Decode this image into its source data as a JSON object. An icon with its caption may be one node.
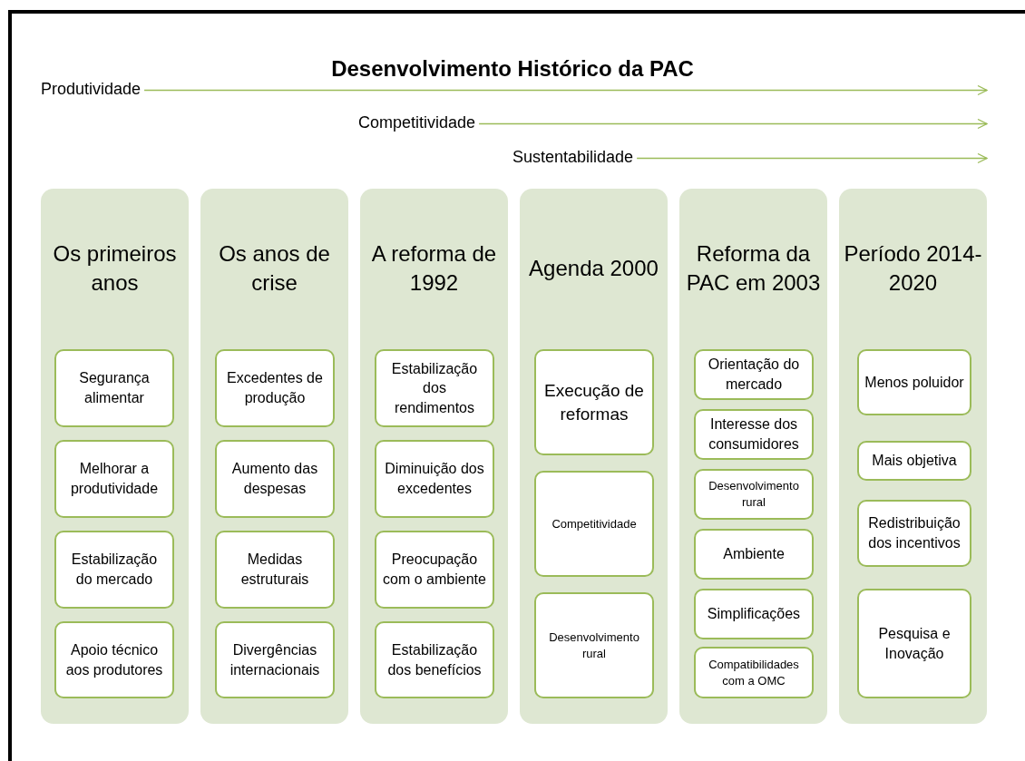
{
  "diagram": {
    "title": "Desenvolvimento Histórico da PAC",
    "nodes": [
      {
        "text": [
          "Produtividade"
        ]
      },
      {
        "text": [
          "Competitividade"
        ]
      },
      {
        "text": [
          "Sustentabilidade"
        ]
      },
      {
        "text": [
          "Os primeiros anos"
        ]
      },
      {
        "text": [
          "Segurança alimentar"
        ],
        "in": 3
      },
      {
        "text": [
          "Melhorar a produtividade"
        ],
        "in": 3
      },
      {
        "text": [
          "Estabilização do mercado"
        ],
        "in": 3
      },
      {
        "text": [
          "Apoio técnico aos produtores"
        ],
        "in": 3
      },
      {
        "text": [
          "Os anos de crise"
        ]
      },
      {
        "text": [
          "Excedentes de produção"
        ],
        "in": 8
      },
      {
        "text": [
          "Aumento das despesas"
        ],
        "in": 8
      },
      {
        "text": [
          "Medidas estruturais"
        ],
        "in": 8
      },
      {
        "text": [
          "Divergências internacionais"
        ],
        "in": 8
      },
      {
        "text": [
          "A reforma de 1992"
        ]
      },
      {
        "text": [
          "Estabilização dos rendimentos"
        ],
        "in": 13
      },
      {
        "text": [
          "Diminuição dos excedentes"
        ],
        "in": 13
      },
      {
        "text": [
          "Preocupação com o ambiente"
        ],
        "in": 13
      },
      {
        "text": [
          "Estabilização dos benefícios"
        ],
        "in": 13
      },
      {
        "text": [
          "Agenda 2000"
        ]
      },
      {
        "text": [
          "Execução de reformas"
        ],
        "in": 18
      },
      {
        "text": [
          "Competitividade"
        ],
        "in": 18
      },
      {
        "text": [
          "Desenvolvimento rural"
        ],
        "in": 18
      },
      {
        "text": [
          "Reforma da PAC em 2003"
        ]
      },
      {
        "text": [
          "Orientação do mercado"
        ],
        "in": 22
      },
      {
        "text": [
          "Interesse dos consumidores"
        ],
        "in": 22
      },
      {
        "text": [
          "Desenvolvimento rural"
        ],
        "in": 22
      },
      {
        "text": [
          "Ambiente"
        ],
        "in": 22
      },
      {
        "text": [
          "Simplificações"
        ],
        "in": 22
      },
      {
        "text": [
          "Compatibilidades com a OMC"
        ],
        "in": 22
      },
      {
        "text": [
          "Período 2014-2020"
        ]
      },
      {
        "text": [
          "Menos poluidor"
        ],
        "in": 29
      },
      {
        "text": [
          "Mais objetiva"
        ],
        "in": 29
      },
      {
        "text": [
          "Redistribuição dos incentivos"
        ],
        "in": 29
      },
      {
        "text": [
          "Pesquisa e Inovação"
        ],
        "in": 29
      }
    ],
    "edges": [
      {
        "from": 0,
        "to": null,
        "arrow": "to"
      },
      {
        "from": 1,
        "to": null,
        "arrow": "to"
      },
      {
        "from": 2,
        "to": null,
        "arrow": "to"
      }
    ]
  }
}
